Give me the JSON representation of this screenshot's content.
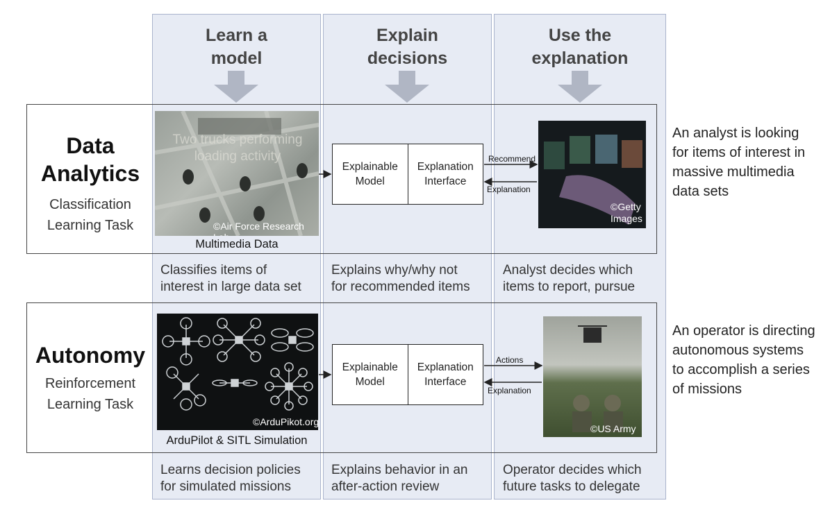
{
  "columns": [
    {
      "heading": "Learn a\nmodel"
    },
    {
      "heading": "Explain\ndecisions"
    },
    {
      "heading": "Use the\nexplanation"
    }
  ],
  "rows": [
    {
      "title": "Data\nAnalytics",
      "subtitle": "Classification\nLearning Task",
      "image_caption": "Multimedia Data",
      "image_overlay": "Two trucks performing\nloading activity",
      "image_credit": "©Air Force Research Lab",
      "model_label": "Explainable\nModel",
      "interface_label": "Explanation\nInterface",
      "flow_out": "Recommend",
      "flow_in": "Explanation",
      "photo_credit": "©Getty\nImages",
      "captions": [
        "Classifies items of\ninterest in large data set",
        "Explains why/why not\nfor recommended items",
        "Analyst decides which\nitems to report, pursue"
      ],
      "note": "An analyst is looking for items of interest in massive multimedia data sets"
    },
    {
      "title": "Autonomy",
      "subtitle": "Reinforcement\nLearning Task",
      "image_caption": "ArduPilot & SITL Simulation",
      "image_credit": "©ArduPikot.org",
      "model_label": "Explainable\nModel",
      "interface_label": "Explanation\nInterface",
      "flow_out": "Actions",
      "flow_in": "Explanation",
      "photo_credit": "©US Army",
      "captions": [
        "Learns decision policies\nfor simulated missions",
        "Explains behavior in an\nafter-action review",
        "Operator decides which\nfuture tasks to delegate"
      ],
      "note": "An operator is directing autonomous systems to accomplish a series of missions"
    }
  ],
  "colors": {
    "column_fill": "#e7ebf4",
    "arrow": "#b0b6c4",
    "box_border": "#222222"
  }
}
